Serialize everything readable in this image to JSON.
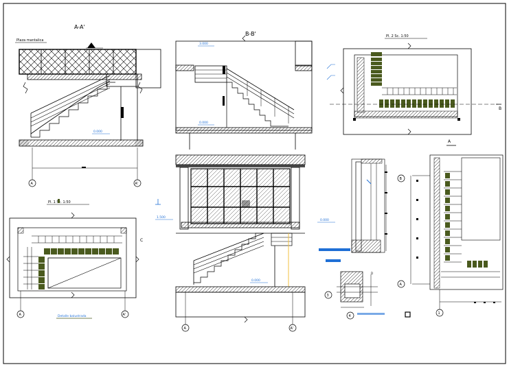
{
  "colors": {
    "line": "#000000",
    "accent_blue": "#1f6fd6",
    "foliage": "#4a5a1e",
    "highlight": "#f0c040",
    "background": "#ffffff"
  },
  "section_aa": {
    "title": "A-A'",
    "label_small": "Plaza mantalica",
    "level": "0.000",
    "grid_left": "A",
    "grid_right": "A'"
  },
  "section_bb": {
    "title": "B-B'",
    "level_top": "3.000",
    "level_bottom": "0.000"
  },
  "plan_top_right": {
    "title": "Pl. 2   Sc. 1:50",
    "marker": "B"
  },
  "plan_bottom_left": {
    "title": "Pl. 1   Sc. 1:50",
    "grid_left": "A",
    "grid_right": "A'",
    "caption": "Detalle balustrada",
    "marker": "C"
  },
  "facade_center": {
    "level_left": "1.500",
    "level_right": "0.000",
    "level_bottom": "0.000",
    "grid_left": "A",
    "grid_right": "A'"
  },
  "detail_right": {
    "marker_top": "A",
    "grid_b": "B",
    "grid_a": "A",
    "grid_bottom": "1"
  },
  "detail_small": {
    "callout": "3",
    "callout_b": "4"
  },
  "detail_mid": {
    "marker": "D"
  }
}
